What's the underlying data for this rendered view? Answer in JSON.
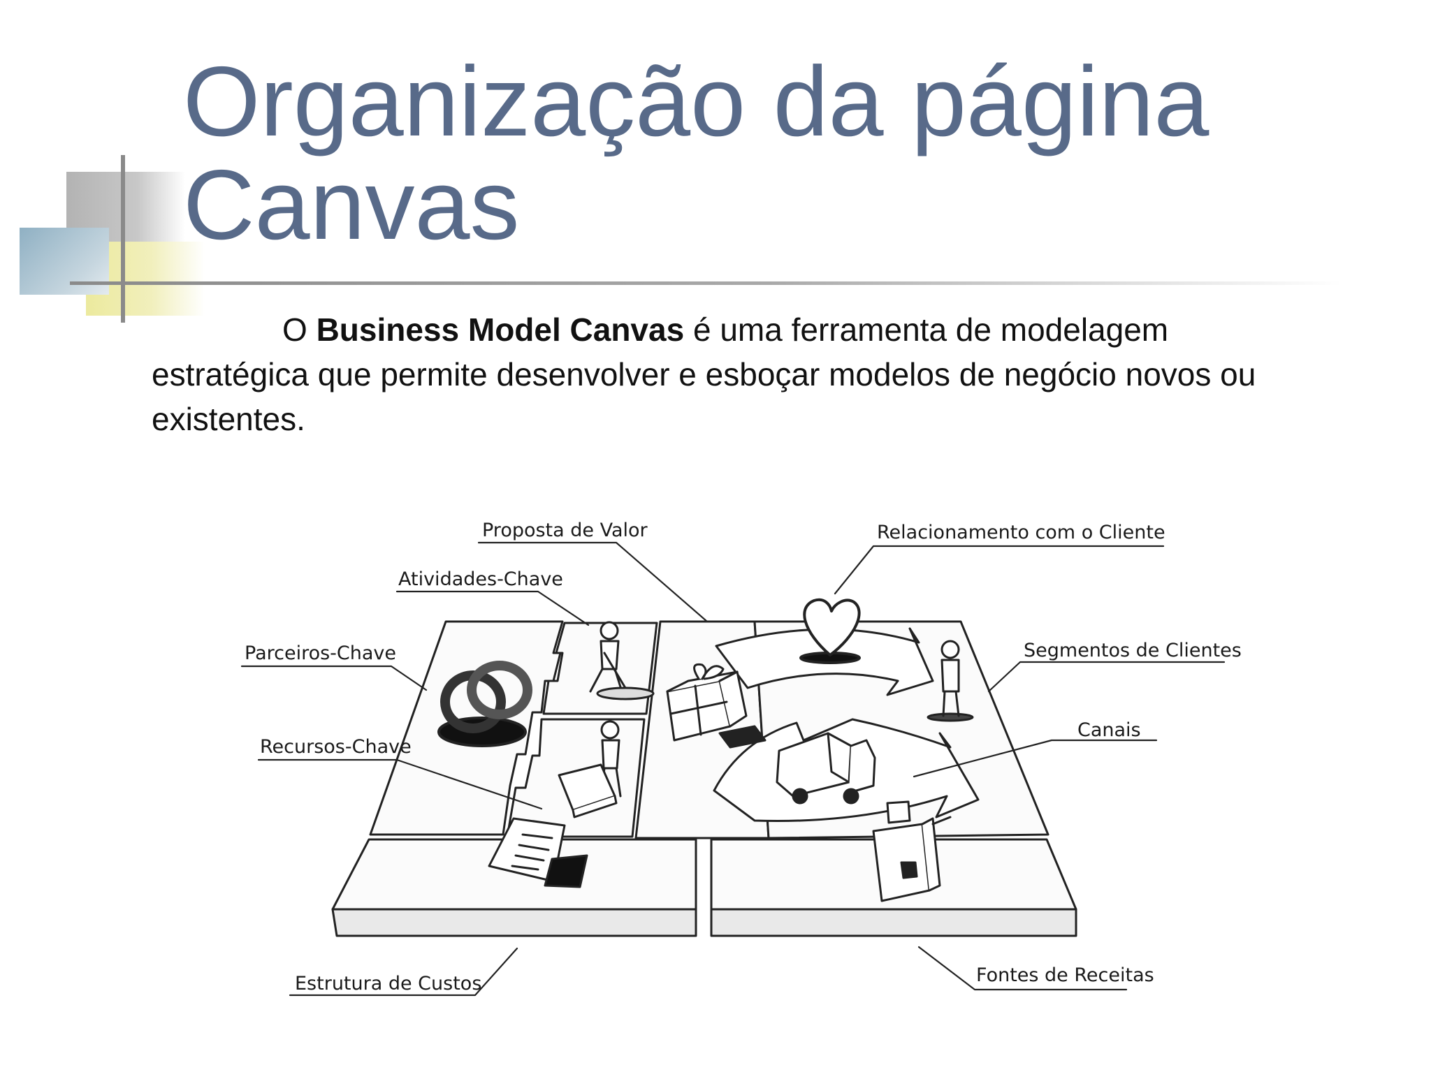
{
  "slide": {
    "title_line1": "Organização da página",
    "title_line2": "Canvas",
    "intro_prefix": "O",
    "intro_bold": "Business Model Canvas",
    "intro_rest": "é uma ferramenta de modelagem estratégica que permite desenvolver e esboçar modelos de negócio novos ou existentes."
  },
  "diagram": {
    "labels": {
      "proposta_valor": "Proposta de Valor",
      "relacionamento": "Relacionamento com o Cliente",
      "atividades": "Atividades-Chave",
      "parceiros": "Parceiros-Chave",
      "segmentos": "Segmentos de Clientes",
      "recursos": "Recursos-Chave",
      "canais": "Canais",
      "custos": "Estrutura de Custos",
      "receitas": "Fontes de Receitas"
    }
  },
  "colors": {
    "title": "#586a89",
    "accent_gray": "#b5b5b5",
    "accent_blue": "#a9c0cf",
    "accent_yellow": "#ecea9e"
  }
}
